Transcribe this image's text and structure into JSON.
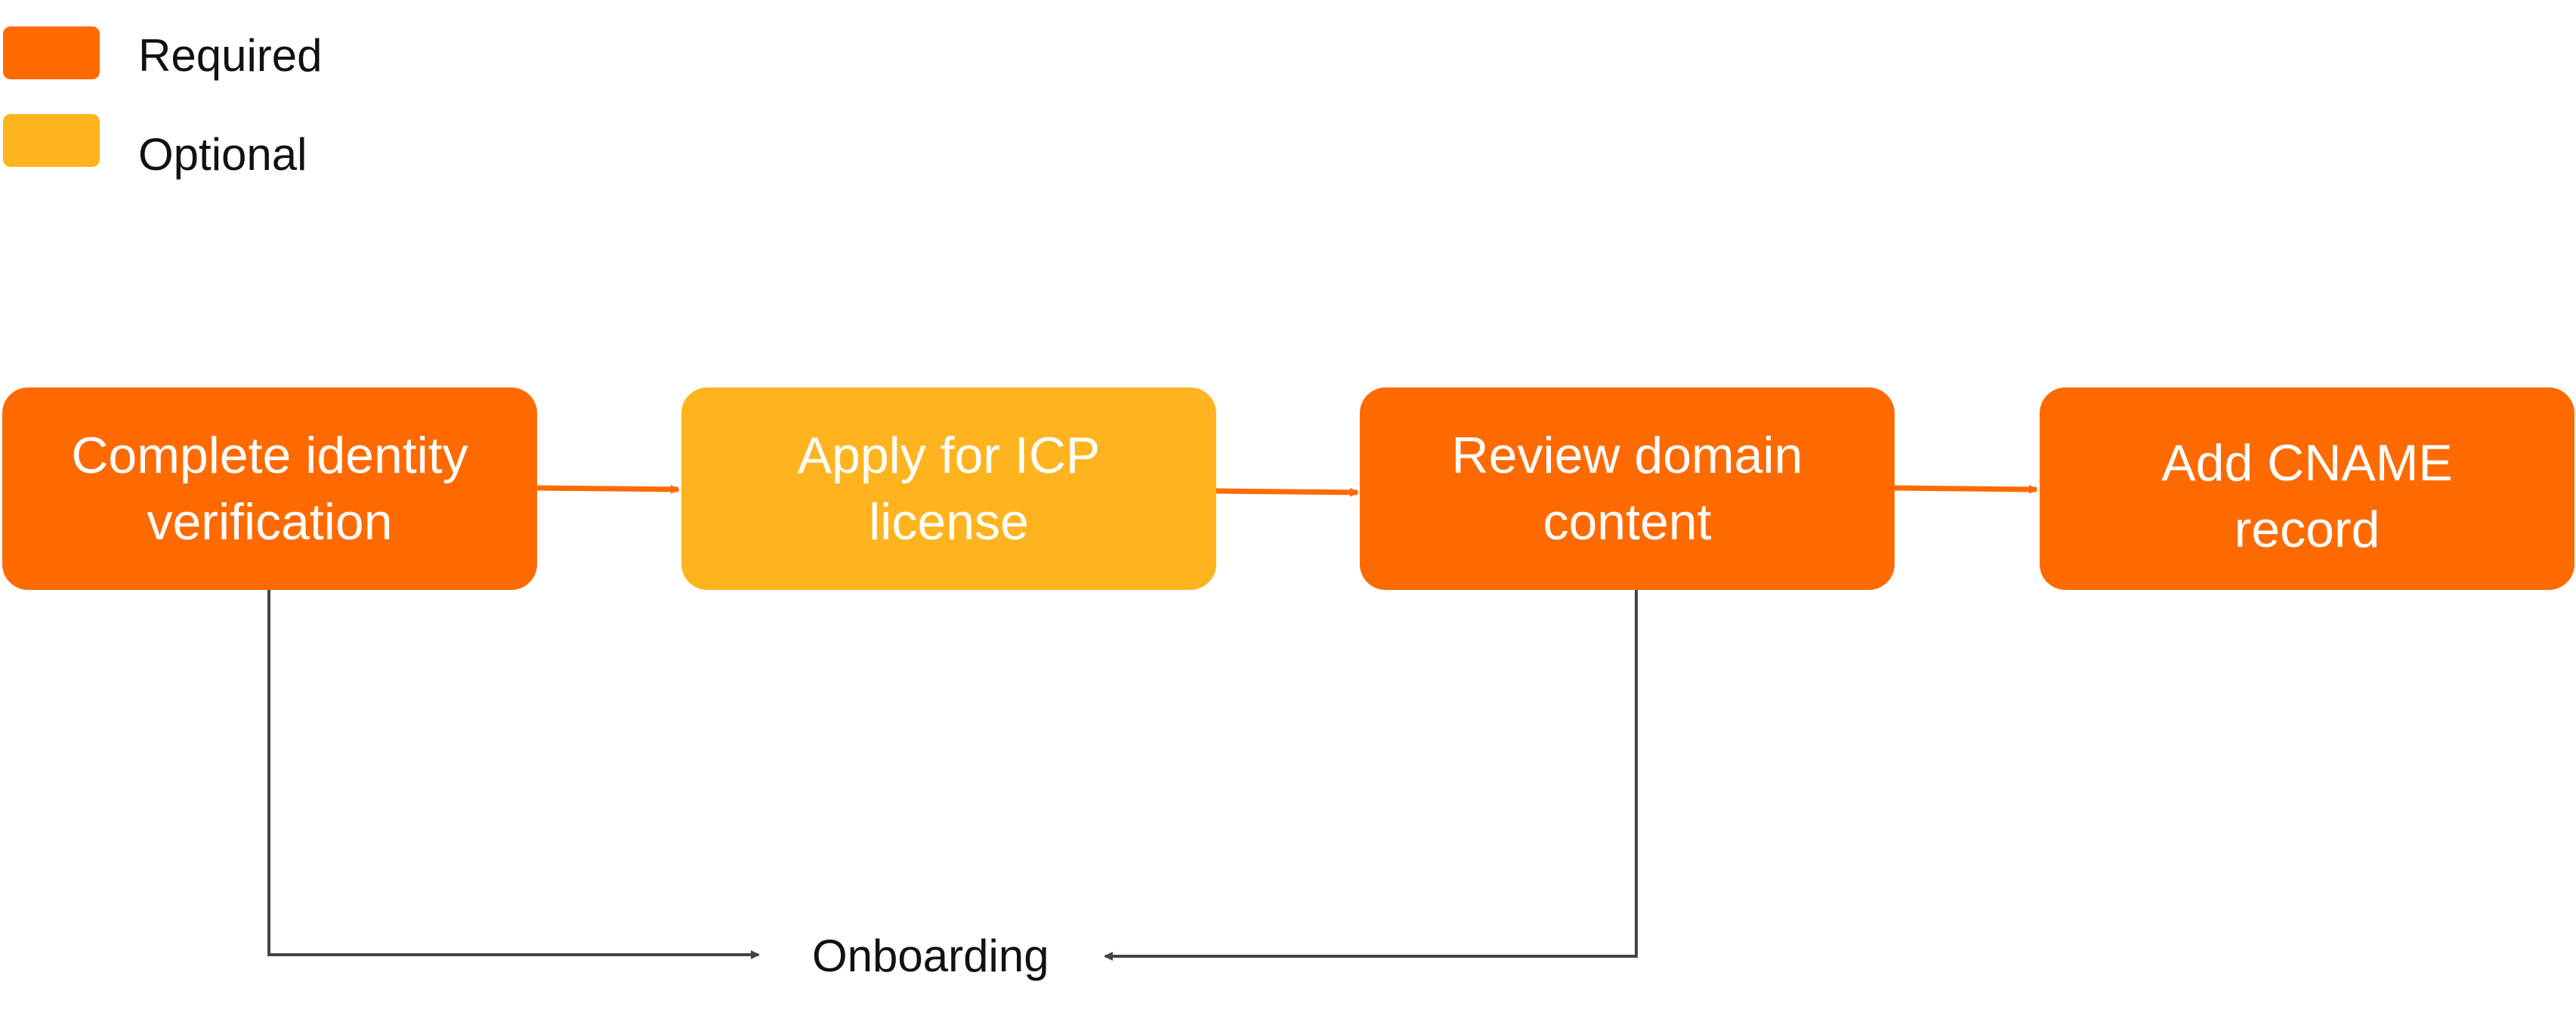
{
  "colors": {
    "required": "#FF6A00",
    "optional": "#FFB41F",
    "flow_arrow": "#FF6A00",
    "onboarding_line": "#444444"
  },
  "legend": {
    "required_label": "Required",
    "optional_label": "Optional"
  },
  "steps": [
    {
      "label": "Complete identity\nverification",
      "type": "required"
    },
    {
      "label": "Apply for ICP\nlicense",
      "type": "optional"
    },
    {
      "label": "Review domain\ncontent",
      "type": "required"
    },
    {
      "label": "Add CNAME\nrecord",
      "type": "required"
    }
  ],
  "onboarding": {
    "label": "Onboarding"
  }
}
